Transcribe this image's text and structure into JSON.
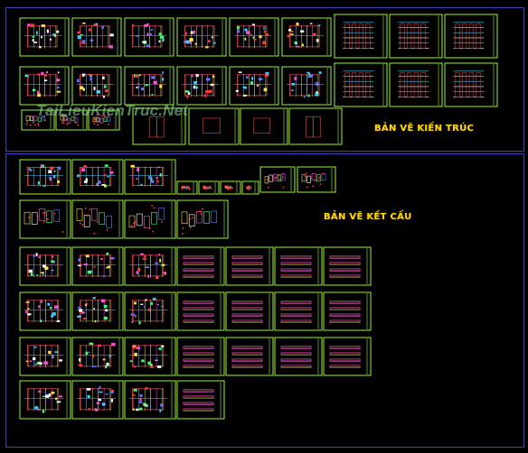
{
  "sheets": {
    "architecture_label": "BẢN VẼ KIẾN TRÚC",
    "structure_label": "BẢN VẼ KẾT CẤU",
    "watermark": "TaiLieuKienTruc.Net"
  },
  "colors": {
    "background": "#000000",
    "sheet_border": "#9cf22e",
    "section_border": "#3b3fb8",
    "label": "#ffd400"
  }
}
